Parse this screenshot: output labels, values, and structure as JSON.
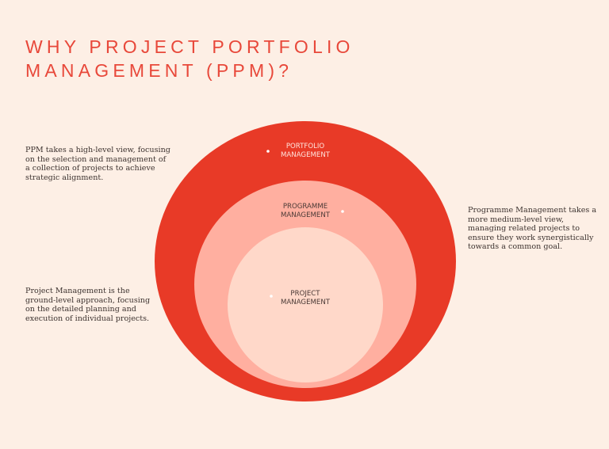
{
  "title": {
    "line1": "WHY PROJECT PORTFOLIO",
    "line2": "MANAGEMENT (PPM)?",
    "color": "#e8483a"
  },
  "colors": {
    "background": "#fdefe5",
    "portfolio_circle": "#e83a27",
    "programme_circle": "#ffafa0",
    "project_circle": "#ffd8c9",
    "connector_line": "#f7757f",
    "body_text": "#3d3330"
  },
  "levels": [
    {
      "id": "portfolio",
      "label_line1": "PORTFOLIO",
      "label_line2": "MANAGEMENT",
      "description": [
        "PPM takes a high-level view, focusing",
        "on the selection and management of",
        "a collection of projects to achieve",
        "strategic alignment."
      ]
    },
    {
      "id": "programme",
      "label_line1": "PROGRAMME",
      "label_line2": "MANAGEMENT",
      "description": [
        "Programme Management takes a",
        "more medium-level view,",
        "managing related projects to",
        "ensure they work synergistically",
        "towards a common goal."
      ]
    },
    {
      "id": "project",
      "label_line1": "PROJECT",
      "label_line2": "MANAGEMENT",
      "description": [
        "Project Management is the",
        "ground-level approach, focusing",
        "on the detailed planning and",
        "execution of individual projects."
      ]
    }
  ]
}
